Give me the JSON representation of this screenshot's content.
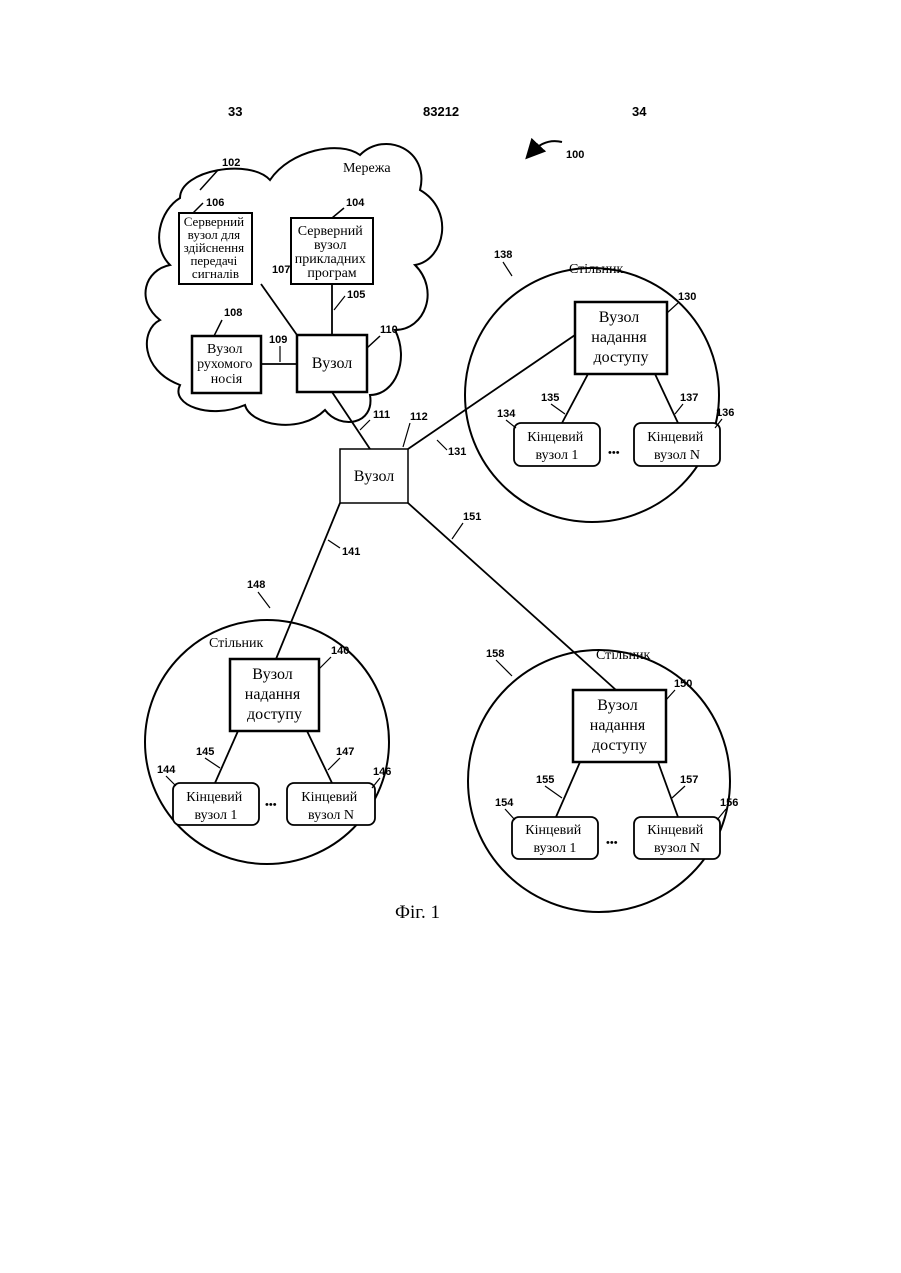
{
  "header": {
    "left_page": "33",
    "patent_number": "83212",
    "right_page": "34"
  },
  "figure_ref": "100",
  "caption": "Фіг. 1",
  "network": {
    "ref": "102",
    "label": "Мережа",
    "signaling_server": {
      "ref": "106",
      "lines": [
        "Серверний",
        "вузол для",
        "здійснення",
        "передачі",
        "сигналів"
      ]
    },
    "app_server": {
      "ref": "104",
      "lines": [
        "Серверний",
        "вузол",
        "прикладних",
        "програм"
      ]
    },
    "mobile_carrier": {
      "ref": "108",
      "lines": [
        "Вузол",
        "рухомого",
        "носія"
      ]
    },
    "node": {
      "ref": "110",
      "label": "Вузол"
    },
    "links": {
      "l107": "107",
      "l105": "105",
      "l109": "109",
      "l111": "111"
    }
  },
  "central_node": {
    "ref": "112",
    "label": "Вузол"
  },
  "cells": [
    {
      "cell_ref": "138",
      "cell_label": "Стільник",
      "link_ref": "131",
      "access_node": {
        "ref": "130",
        "lines": [
          "Вузол",
          "надання",
          "доступу"
        ]
      },
      "end1": {
        "ref": "134",
        "link_ref": "135",
        "lines": [
          "Кінцевий",
          "вузол 1"
        ]
      },
      "endN": {
        "ref": "136",
        "link_ref": "137",
        "lines": [
          "Кінцевий",
          "вузол N"
        ]
      },
      "ellipsis": "•••"
    },
    {
      "cell_ref": "148",
      "cell_label": "Стільник",
      "link_ref": "141",
      "access_node": {
        "ref": "140",
        "lines": [
          "Вузол",
          "надання",
          "доступу"
        ]
      },
      "end1": {
        "ref": "144",
        "link_ref": "145",
        "lines": [
          "Кінцевий",
          "вузол 1"
        ]
      },
      "endN": {
        "ref": "146",
        "link_ref": "147",
        "lines": [
          "Кінцевий",
          "вузол N"
        ]
      },
      "ellipsis": "•••"
    },
    {
      "cell_ref": "158",
      "cell_label": "Стільник",
      "link_ref": "151",
      "access_node": {
        "ref": "150",
        "lines": [
          "Вузол",
          "надання",
          "доступу"
        ]
      },
      "end1": {
        "ref": "154",
        "link_ref": "155",
        "lines": [
          "Кінцевий",
          "вузол 1"
        ]
      },
      "endN": {
        "ref": "156",
        "link_ref": "157",
        "lines": [
          "Кінцевий",
          "вузол N"
        ]
      },
      "ellipsis": "•••"
    }
  ]
}
